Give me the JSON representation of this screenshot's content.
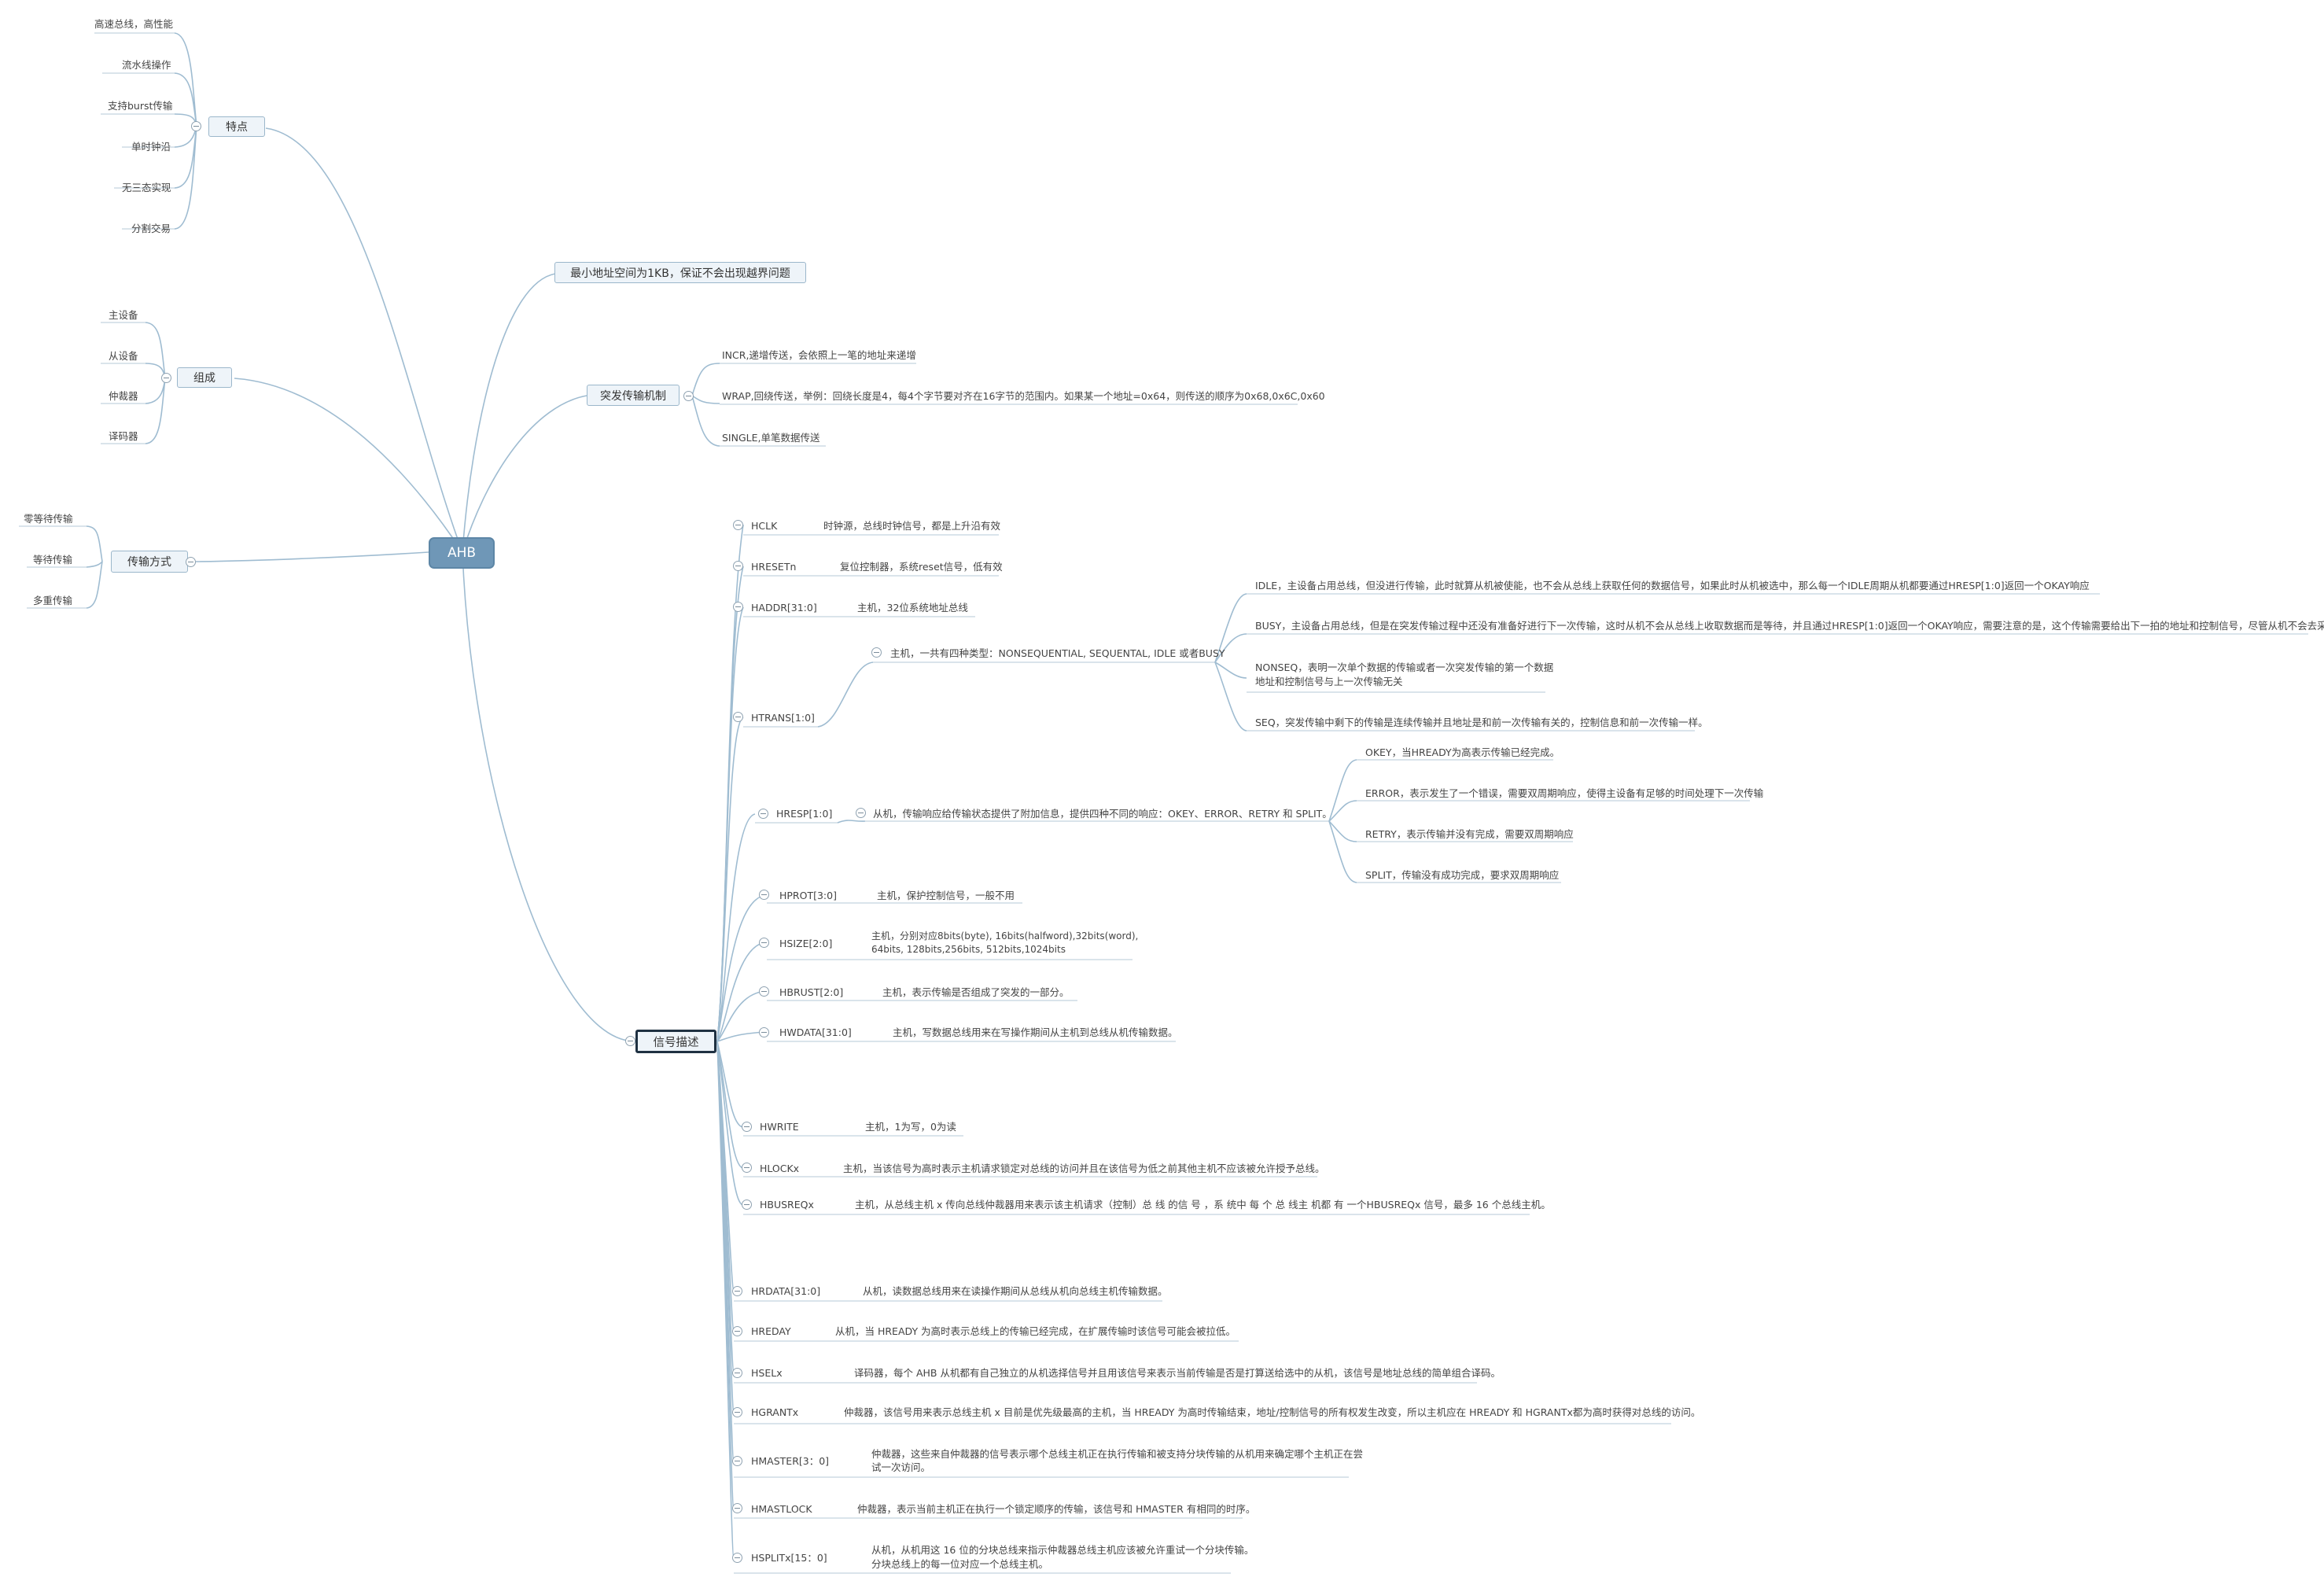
{
  "root": {
    "label": "AHB"
  },
  "features": {
    "label": "特点",
    "items": [
      "高速总线，高性能",
      "流水线操作",
      "支持burst传输",
      "单时钟沿",
      "无三态实现",
      "分割交易"
    ]
  },
  "min_addr": {
    "label": "最小地址空间为1KB，保证不会出现越界问题"
  },
  "composition": {
    "label": "组成",
    "items": [
      "主设备",
      "从设备",
      "仲裁器",
      "译码器"
    ]
  },
  "burst": {
    "label": "突发传输机制",
    "items": [
      "INCR,递增传送，会依照上一笔的地址来递增",
      "WRAP,回绕传送，举例：回绕长度是4，每4个字节要对齐在16字节的范围内。如果某一个地址=0x64，则传送的顺序为0x68,0x6C,0x60",
      "SINGLE,单笔数据传送"
    ]
  },
  "transfer": {
    "label": "传输方式",
    "items": [
      "零等待传输",
      "等待传输",
      "多重传输"
    ]
  },
  "signals": {
    "label": "信号描述",
    "hclk": {
      "name": "HCLK",
      "desc": "时钟源，总线时钟信号，都是上升沿有效"
    },
    "hresetn": {
      "name": "HRESETn",
      "desc": "复位控制器，系统reset信号，低有效"
    },
    "haddr": {
      "name": "HADDR[31:0]",
      "desc": "主机，32位系统地址总线"
    },
    "htrans": {
      "name": "HTRANS[1:0]",
      "desc": "主机，一共有四种类型：NONSEQUENTIAL, SEQUENTAL, IDLE 或者BUSY",
      "subs": [
        "IDLE，主设备占用总线，但没进行传输，此时就算从机被使能，也不会从总线上获取任何的数据信号，如果此时从机被选中，那么每一个IDLE周期从机都要通过HRESP[1:0]返回一个OKAY响应",
        "BUSY，主设备占用总线，但是在突发传输过程中还没有准备好进行下一次传输，这时从机不会从总线上收取数据而是等待，并且通过HRESP[1:0]返回一个OKAY响应，需要注意的是，这个传输需要给出下一拍的地址和控制信号，尽管从机不会去采样。",
        "NONSEQ，表明一次单个数据的传输或者一次突发传输的第一个数据",
        "地址和控制信号与上一次传输无关",
        "SEQ，突发传输中剩下的传输是连续传输并且地址是和前一次传输有关的，控制信息和前一次传输一样。"
      ]
    },
    "hresp": {
      "name": "HRESP[1:0]",
      "desc": "从机，传输响应给传输状态提供了附加信息，提供四种不同的响应：OKEY、ERROR、RETRY 和 SPLIT。",
      "subs": [
        "OKEY，当HREADY为高表示传输已经完成。",
        "ERROR，表示发生了一个错误，需要双周期响应，使得主设备有足够的时间处理下一次传输",
        "RETRY，表示传输并没有完成，需要双周期响应",
        "SPLIT，传输没有成功完成，要求双周期响应"
      ]
    },
    "hprot": {
      "name": "HPROT[3:0]",
      "desc": "主机，保护控制信号，一般不用"
    },
    "hsize": {
      "name": "HSIZE[2:0]",
      "desc": "主机，分别对应8bits(byte), 16bits(halfword),32bits(word),",
      "desc2": "64bits, 128bits,256bits, 512bits,1024bits"
    },
    "hburst": {
      "name": "HBRUST[2:0]",
      "desc": "主机，表示传输是否组成了突发的一部分。"
    },
    "hwdata": {
      "name": "HWDATA[31:0]",
      "desc": "主机，写数据总线用来在写操作期间从主机到总线从机传输数据。"
    },
    "hwrite": {
      "name": "HWRITE",
      "desc": "主机，1为写，0为读"
    },
    "hlockx": {
      "name": "HLOCKx",
      "desc": "主机，当该信号为高时表示主机请求锁定对总线的访问并且在该信号为低之前其他主机不应该被允许授予总线。"
    },
    "hbusreqx": {
      "name": "HBUSREQx",
      "desc": "主机，从总线主机 x 传向总线仲裁器用来表示该主机请求（控制）总 线 的信 号 ，系 统中 每 个 总 线主 机都 有 一个HBUSREQx 信号，最多 16 个总线主机。"
    },
    "hrdata": {
      "name": "HRDATA[31:0]",
      "desc": "从机，读数据总线用来在读操作期间从总线从机向总线主机传输数据。"
    },
    "hready": {
      "name": "HREDAY",
      "desc": "从机，当 HREADY 为高时表示总线上的传输已经完成，在扩展传输时该信号可能会被拉低。"
    },
    "hselx": {
      "name": "HSELx",
      "desc": "译码器，每个 AHB 从机都有自己独立的从机选择信号并且用该信号来表示当前传输是否是打算送给选中的从机，该信号是地址总线的简单组合译码。"
    },
    "hgrantx": {
      "name": "HGRANTx",
      "desc": "仲裁器，该信号用来表示总线主机 x 目前是优先级最高的主机，当 HREADY 为高时传输结束，地址/控制信号的所有权发生改变，所以主机应在 HREADY 和 HGRANTx都为高时获得对总线的访问。"
    },
    "hmaster": {
      "name": "HMASTER[3：0]",
      "desc": "仲裁器，这些来自仲裁器的信号表示哪个总线主机正在执行传输和被支持分块传输的从机用来确定哪个主机正在尝",
      "desc2": "试一次访问。"
    },
    "hmastlock": {
      "name": "HMASTLOCK",
      "desc": "仲裁器，表示当前主机正在执行一个锁定顺序的传输，该信号和 HMASTER 有相同的时序。"
    },
    "hsplitx": {
      "name": "HSPLITx[15：0]",
      "desc": "从机，从机用这 16 位的分块总线来指示仲裁器总线主机应该被允许重试一个分块传输。",
      "desc2": "分块总线上的每一位对应一个总线主机。"
    }
  }
}
